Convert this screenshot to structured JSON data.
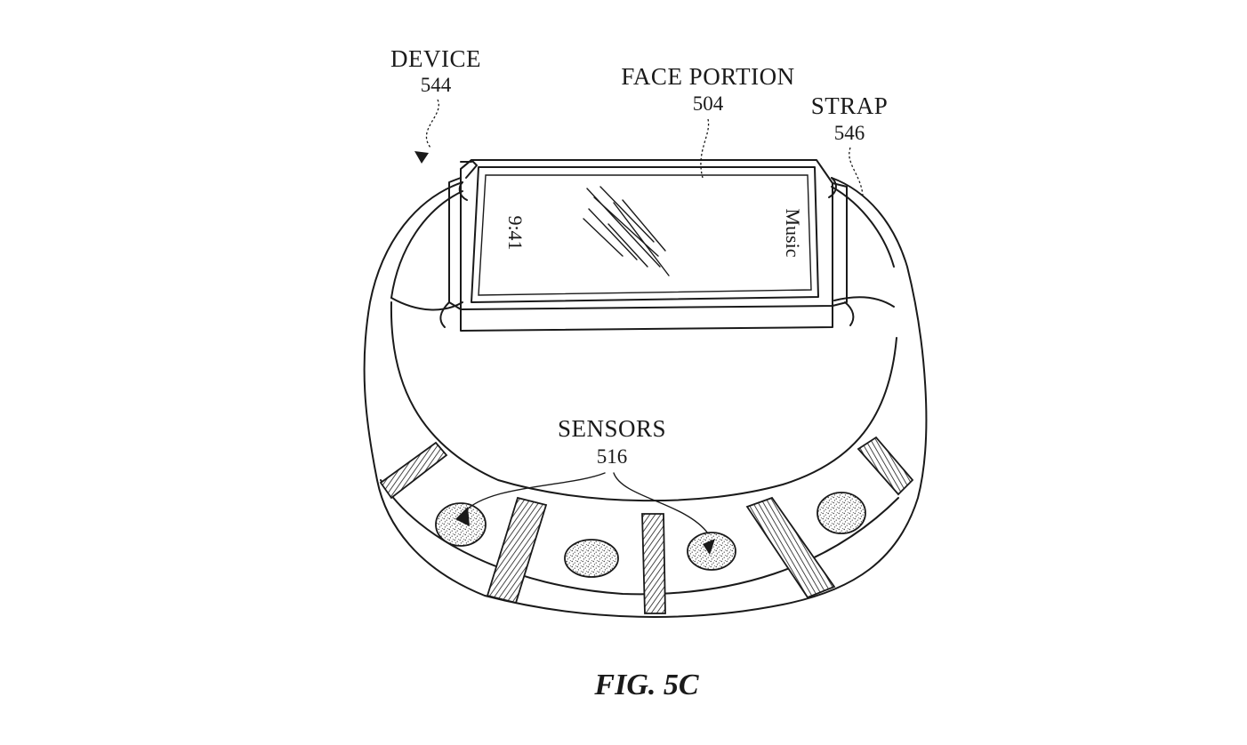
{
  "labels": {
    "device": {
      "text": "DEVICE",
      "number": "544"
    },
    "face_portion": {
      "text": "FACE PORTION",
      "number": "504"
    },
    "strap": {
      "text": "STRAP",
      "number": "546"
    },
    "sensors": {
      "text": "SENSORS",
      "number": "516"
    }
  },
  "screen": {
    "time": "9:41",
    "app": "Music"
  },
  "caption": "FIG. 5C"
}
